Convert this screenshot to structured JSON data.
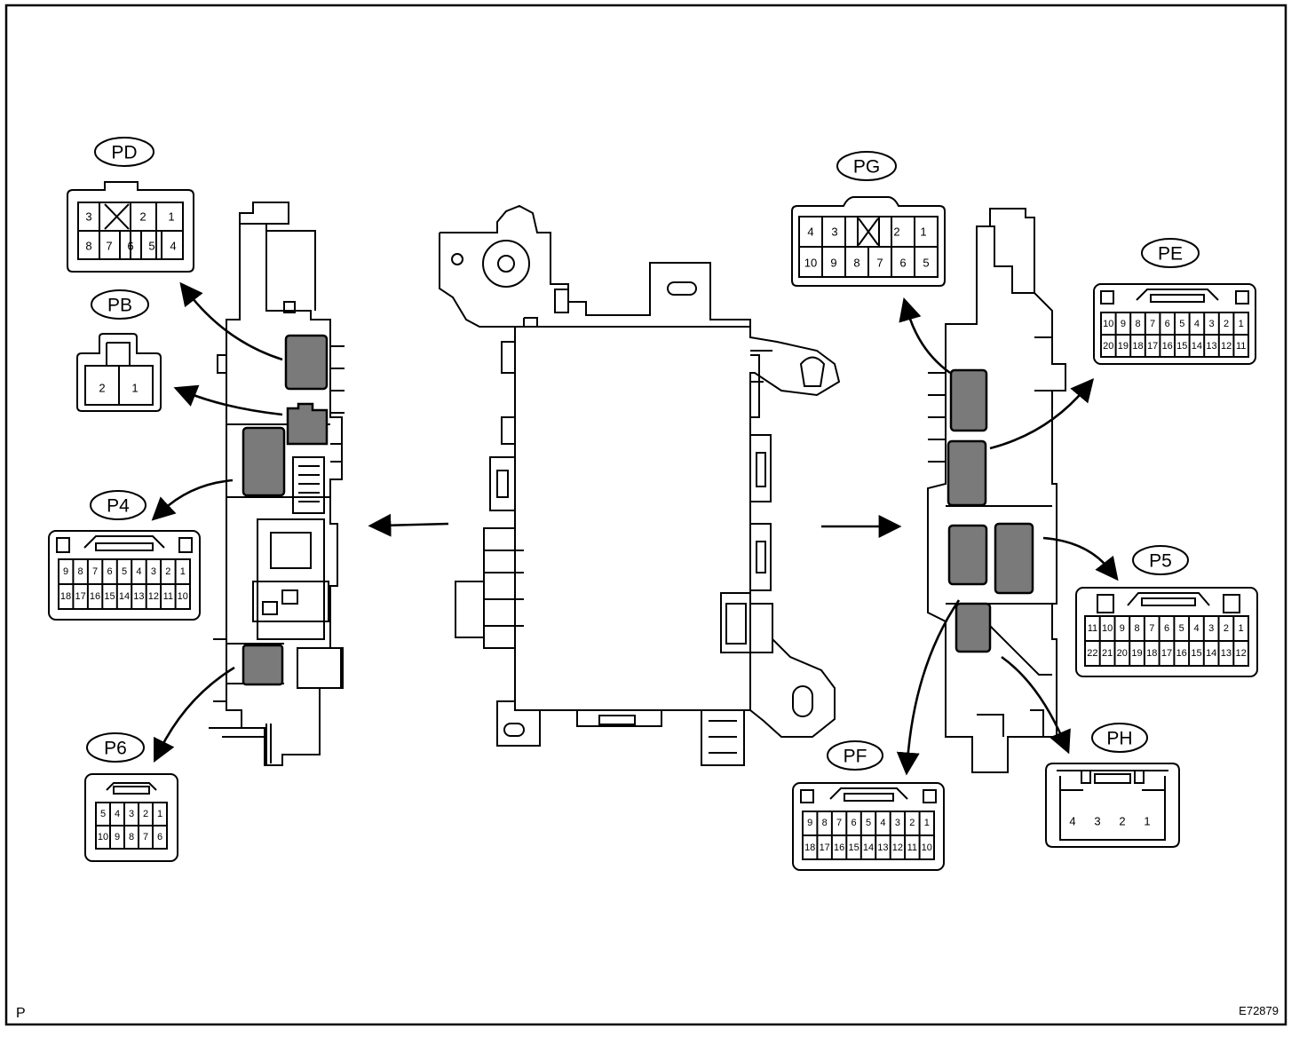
{
  "figure_id": "E72879",
  "corner_mark": "P",
  "connectors": {
    "PD": {
      "label": "PD",
      "top": [
        "3",
        "",
        "2",
        "1"
      ],
      "bottom": [
        "8",
        "7",
        "6",
        "5",
        "4"
      ]
    },
    "PB": {
      "label": "PB",
      "pins": [
        "2",
        "1"
      ]
    },
    "P4": {
      "label": "P4",
      "top": [
        "9",
        "8",
        "7",
        "6",
        "5",
        "4",
        "3",
        "2",
        "1"
      ],
      "bottom": [
        "18",
        "17",
        "16",
        "15",
        "14",
        "13",
        "12",
        "11",
        "10"
      ]
    },
    "P6": {
      "label": "P6",
      "top": [
        "5",
        "4",
        "3",
        "2",
        "1"
      ],
      "bottom": [
        "10",
        "9",
        "8",
        "7",
        "6"
      ]
    },
    "PG": {
      "label": "PG",
      "top": [
        "4",
        "3",
        "",
        "2",
        "1"
      ],
      "bottom": [
        "10",
        "9",
        "8",
        "7",
        "6",
        "5"
      ]
    },
    "PE": {
      "label": "PE",
      "top": [
        "10",
        "9",
        "8",
        "7",
        "6",
        "5",
        "4",
        "3",
        "2",
        "1"
      ],
      "bottom": [
        "20",
        "19",
        "18",
        "17",
        "16",
        "15",
        "14",
        "13",
        "12",
        "11"
      ]
    },
    "P5": {
      "label": "P5",
      "top": [
        "11",
        "10",
        "9",
        "8",
        "7",
        "6",
        "5",
        "4",
        "3",
        "2",
        "1"
      ],
      "bottom": [
        "22",
        "21",
        "20",
        "19",
        "18",
        "17",
        "16",
        "15",
        "14",
        "13",
        "12"
      ]
    },
    "PF": {
      "label": "PF",
      "top": [
        "9",
        "8",
        "7",
        "6",
        "5",
        "4",
        "3",
        "2",
        "1"
      ],
      "bottom": [
        "18",
        "17",
        "16",
        "15",
        "14",
        "13",
        "12",
        "11",
        "10"
      ]
    },
    "PH": {
      "label": "PH",
      "pins": [
        "4",
        "3",
        "2",
        "1"
      ]
    }
  },
  "colors": {
    "line": "#000000",
    "shaded": "#7a7a7a",
    "background": "#ffffff"
  }
}
